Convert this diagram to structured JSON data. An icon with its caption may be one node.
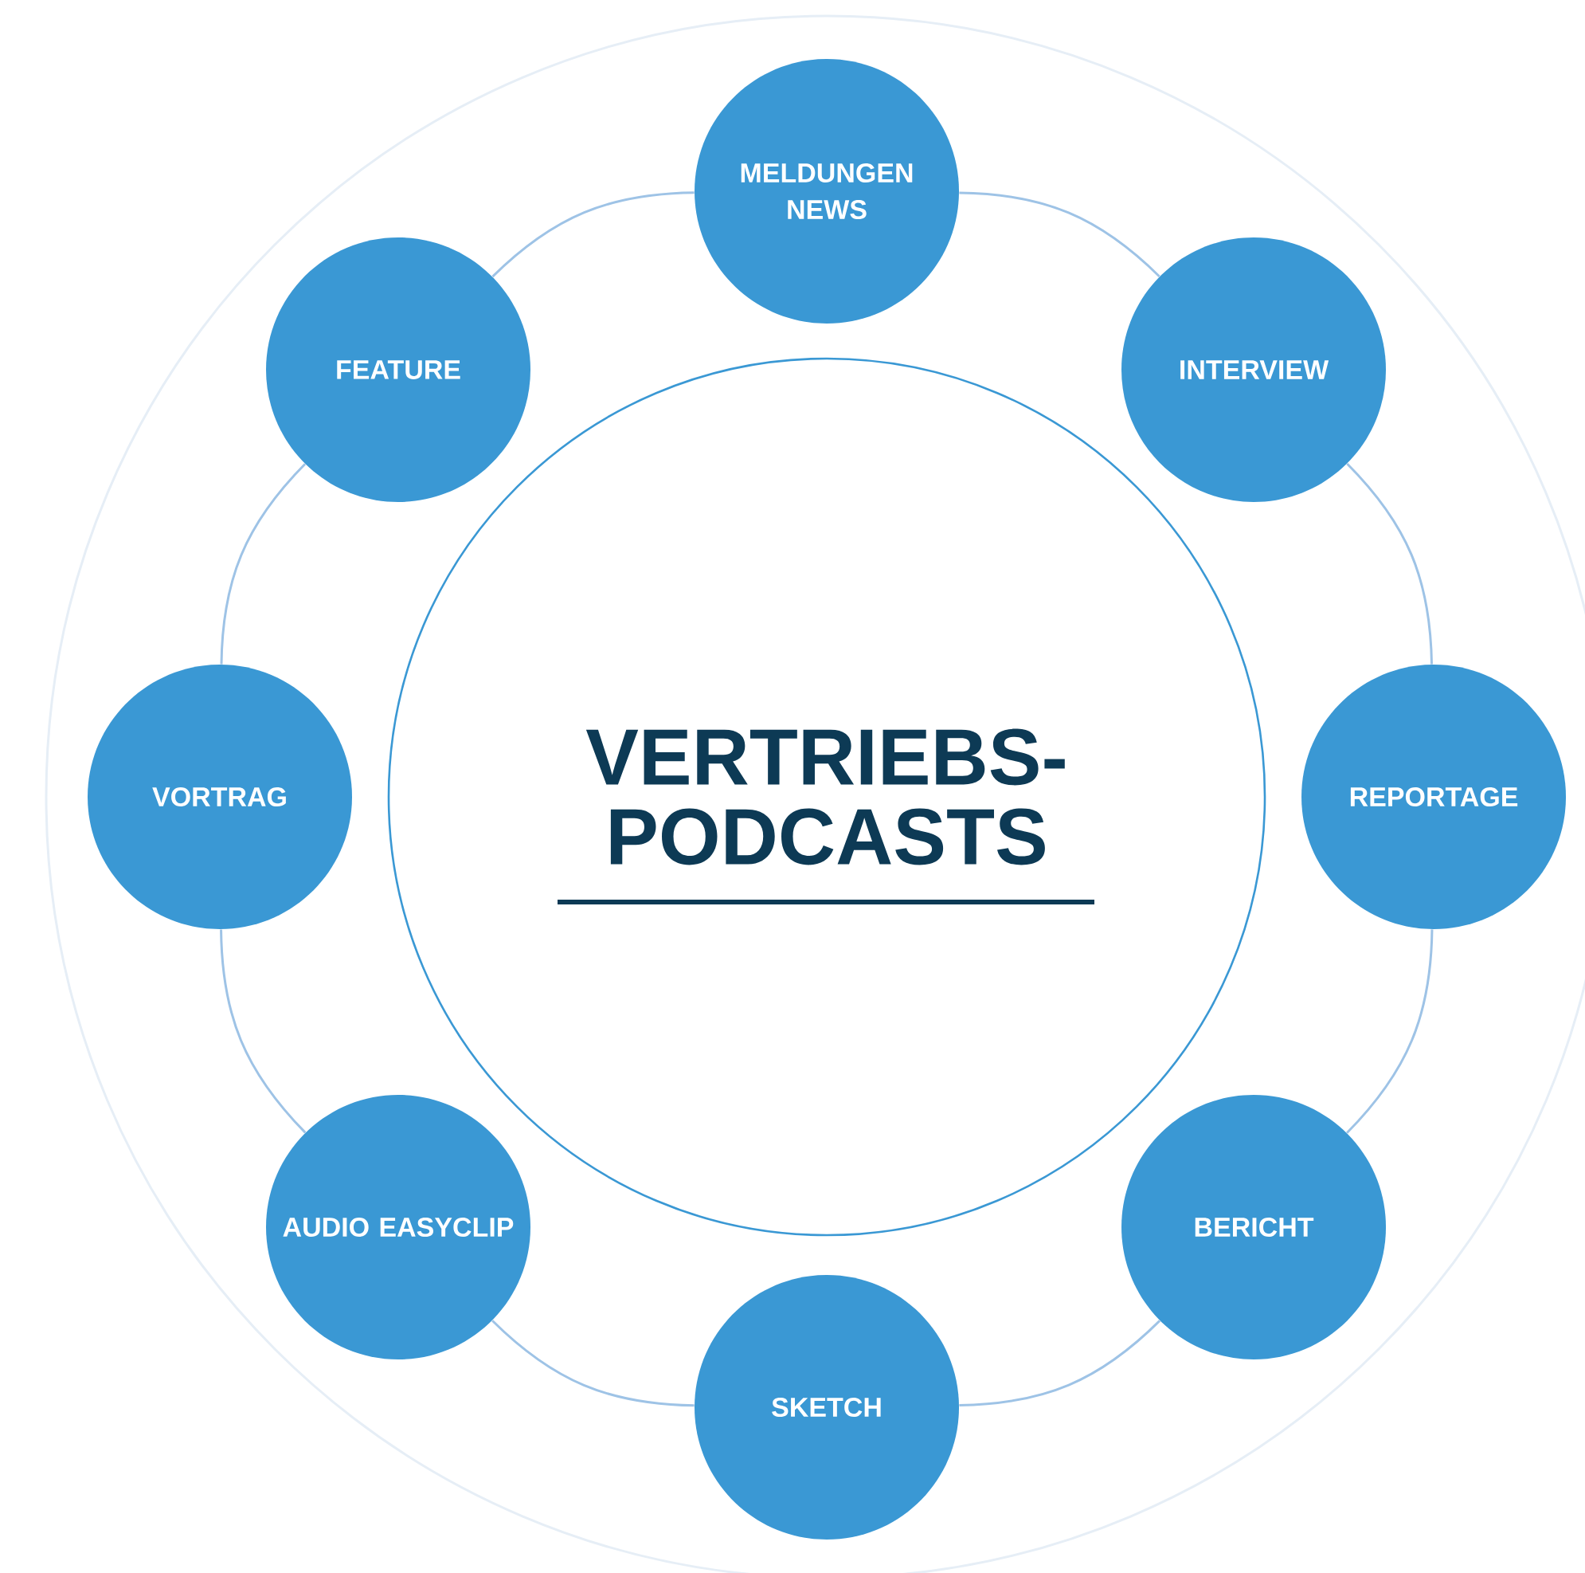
{
  "diagram": {
    "nodes": [
      {
        "text": [
          "VERTRIEBS- PODCASTS"
        ]
      },
      {
        "text": [
          "MELDUNGEN NEWS"
        ]
      },
      {
        "text": [
          "INTERVIEW"
        ]
      },
      {
        "text": [
          "REPORTAGE"
        ]
      },
      {
        "text": [
          "BERICHT"
        ]
      },
      {
        "text": [
          "SKETCH"
        ]
      },
      {
        "text": [
          "AUDIO EASYCLIP"
        ]
      },
      {
        "text": [
          "VORTRAG"
        ]
      },
      {
        "text": [
          "FEATURE"
        ]
      }
    ],
    "edges": [
      {
        "from": 1,
        "to": 2,
        "arrow": "none"
      },
      {
        "from": 2,
        "to": 3,
        "arrow": "none"
      },
      {
        "from": 3,
        "to": 4,
        "arrow": "none"
      },
      {
        "from": 4,
        "to": 5,
        "arrow": "none"
      },
      {
        "from": 5,
        "to": 6,
        "arrow": "none"
      },
      {
        "from": 6,
        "to": 7,
        "arrow": "none"
      },
      {
        "from": 7,
        "to": 8,
        "arrow": "none"
      },
      {
        "from": 8,
        "to": 1,
        "arrow": "none"
      }
    ]
  }
}
